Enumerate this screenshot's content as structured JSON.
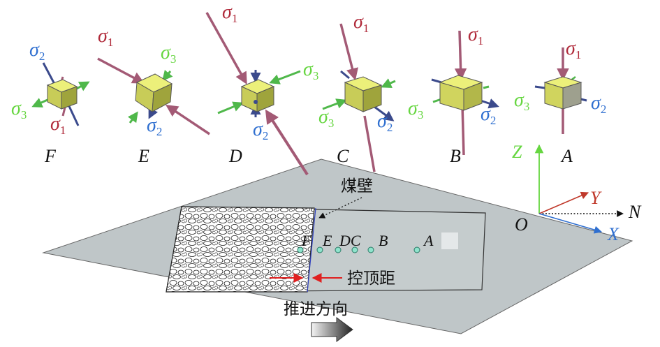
{
  "stress_symbols": {
    "s1": "σ",
    "s2": "σ",
    "s3": "σ",
    "sub1": "1",
    "sub2": "2",
    "sub3": "3"
  },
  "points": [
    "F",
    "E",
    "D",
    "C",
    "B",
    "A"
  ],
  "plane_points": [
    "F",
    "E",
    "DC",
    "B",
    "A"
  ],
  "axes": {
    "x": "X",
    "y": "Y",
    "z": "Z",
    "n": "N",
    "origin": "O"
  },
  "labels": {
    "coal_wall": "煤壁",
    "roof_control_distance": "控顶距",
    "advance_direction": "推进方向"
  },
  "colors": {
    "sigma1": "#b02a3a",
    "sigma2": "#2f6fd0",
    "sigma3": "#66d640",
    "cube_top": "#ecf07a",
    "cube_front": "#c8cc58",
    "cube_side": "#9fa43c",
    "rod_sigma1": "#a35a75",
    "rod_sigma2": "#3b4a8c",
    "rod_sigma3": "#4fb84a",
    "plane": "#bfc6c8",
    "axis_z": "#66d640",
    "axis_y": "#c0392b",
    "axis_x": "#2f6fd0",
    "arrow_red": "#e02020",
    "point_fill": "#8fe3cc"
  }
}
